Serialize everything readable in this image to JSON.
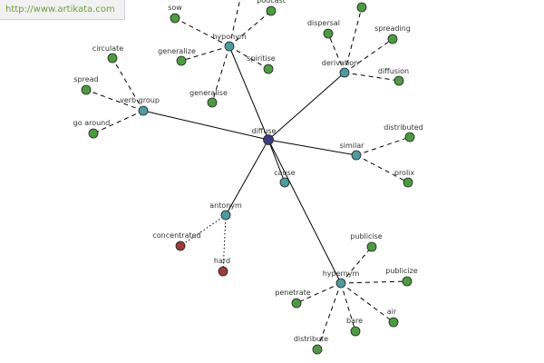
{
  "watermark": "http://www.artikata.com",
  "colors": {
    "center": "#3c3c7a",
    "relation": "#4f9a9c",
    "word": "#4e9a42",
    "antonym_word": "#9a3c3c",
    "solid_edge": "#000000",
    "dashed_edge": "#000000"
  },
  "graph": {
    "nodes": [
      {
        "id": "diffuse",
        "label": "diffuse",
        "kind": "center"
      },
      {
        "id": "hyponym",
        "label": "hyponym",
        "kind": "relation"
      },
      {
        "id": "derivation",
        "label": "derivation",
        "kind": "relation"
      },
      {
        "id": "verb_group",
        "label": "verb group",
        "kind": "relation"
      },
      {
        "id": "similar",
        "label": "similar",
        "kind": "relation"
      },
      {
        "id": "cause",
        "label": "cause",
        "kind": "relation"
      },
      {
        "id": "antonym",
        "label": "antonym",
        "kind": "relation"
      },
      {
        "id": "hypernym",
        "label": "hypernym",
        "kind": "relation"
      },
      {
        "id": "sow",
        "label": "sow",
        "kind": "word"
      },
      {
        "id": "podcast",
        "label": "podcast",
        "kind": "word"
      },
      {
        "id": "generalize",
        "label": "generalize",
        "kind": "word"
      },
      {
        "id": "spiritise",
        "label": "spiritise",
        "kind": "word"
      },
      {
        "id": "generalise",
        "label": "generalise",
        "kind": "word"
      },
      {
        "id": "hyp_top1",
        "label": "",
        "kind": "word"
      },
      {
        "id": "dispersal",
        "label": "dispersal",
        "kind": "word"
      },
      {
        "id": "spreading",
        "label": "spreading",
        "kind": "word"
      },
      {
        "id": "diffusion",
        "label": "diffusion",
        "kind": "word"
      },
      {
        "id": "der_top",
        "label": "",
        "kind": "word"
      },
      {
        "id": "circulate",
        "label": "circulate",
        "kind": "word"
      },
      {
        "id": "spread",
        "label": "spread",
        "kind": "word"
      },
      {
        "id": "go_around",
        "label": "go around",
        "kind": "word"
      },
      {
        "id": "distributed",
        "label": "distributed",
        "kind": "word"
      },
      {
        "id": "prolix",
        "label": "prolix",
        "kind": "word"
      },
      {
        "id": "concentrated",
        "label": "concentrated",
        "kind": "antonym_word"
      },
      {
        "id": "hard",
        "label": "hard",
        "kind": "antonym_word"
      },
      {
        "id": "publicise",
        "label": "publicise",
        "kind": "word"
      },
      {
        "id": "publicize",
        "label": "publicize",
        "kind": "word"
      },
      {
        "id": "penetrate",
        "label": "penetrate",
        "kind": "word"
      },
      {
        "id": "air",
        "label": "air",
        "kind": "word"
      },
      {
        "id": "bare",
        "label": "bare",
        "kind": "word"
      },
      {
        "id": "distribute",
        "label": "distribute",
        "kind": "word"
      }
    ],
    "edges": [
      {
        "from": "diffuse",
        "to": "hyponym",
        "style": "solid"
      },
      {
        "from": "diffuse",
        "to": "derivation",
        "style": "solid"
      },
      {
        "from": "diffuse",
        "to": "verb_group",
        "style": "solid"
      },
      {
        "from": "diffuse",
        "to": "similar",
        "style": "solid"
      },
      {
        "from": "diffuse",
        "to": "cause",
        "style": "solid"
      },
      {
        "from": "diffuse",
        "to": "antonym",
        "style": "solid"
      },
      {
        "from": "diffuse",
        "to": "hypernym",
        "style": "solid"
      },
      {
        "from": "hyponym",
        "to": "sow",
        "style": "dashed"
      },
      {
        "from": "hyponym",
        "to": "podcast",
        "style": "dashed"
      },
      {
        "from": "hyponym",
        "to": "generalize",
        "style": "dashed"
      },
      {
        "from": "hyponym",
        "to": "spiritise",
        "style": "dashed"
      },
      {
        "from": "hyponym",
        "to": "generalise",
        "style": "dashed"
      },
      {
        "from": "hyponym",
        "to": "hyp_top1",
        "style": "dashed"
      },
      {
        "from": "derivation",
        "to": "dispersal",
        "style": "dashed"
      },
      {
        "from": "derivation",
        "to": "spreading",
        "style": "dashed"
      },
      {
        "from": "derivation",
        "to": "diffusion",
        "style": "dashed"
      },
      {
        "from": "derivation",
        "to": "der_top",
        "style": "dashed"
      },
      {
        "from": "verb_group",
        "to": "circulate",
        "style": "dashed"
      },
      {
        "from": "verb_group",
        "to": "spread",
        "style": "dashed"
      },
      {
        "from": "verb_group",
        "to": "go_around",
        "style": "dashed"
      },
      {
        "from": "similar",
        "to": "distributed",
        "style": "dashed"
      },
      {
        "from": "similar",
        "to": "prolix",
        "style": "dashed"
      },
      {
        "from": "antonym",
        "to": "concentrated",
        "style": "dotted"
      },
      {
        "from": "antonym",
        "to": "hard",
        "style": "dotted"
      },
      {
        "from": "hypernym",
        "to": "publicise",
        "style": "dashed"
      },
      {
        "from": "hypernym",
        "to": "publicize",
        "style": "dashed"
      },
      {
        "from": "hypernym",
        "to": "penetrate",
        "style": "dashed"
      },
      {
        "from": "hypernym",
        "to": "air",
        "style": "dashed"
      },
      {
        "from": "hypernym",
        "to": "bare",
        "style": "dashed"
      },
      {
        "from": "hypernym",
        "to": "distribute",
        "style": "dashed"
      }
    ]
  }
}
